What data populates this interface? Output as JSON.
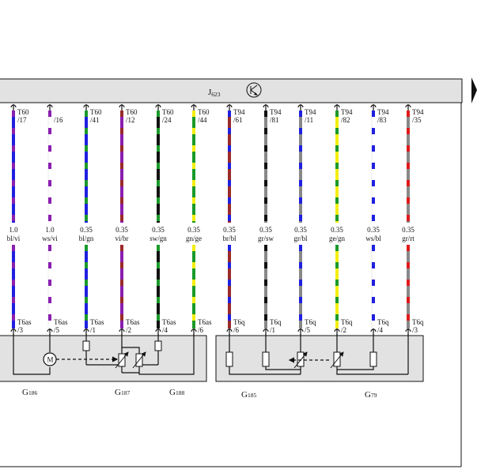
{
  "ecu": {
    "name": "J",
    "sub": "623"
  },
  "upper_wires": [
    {
      "connector": "T60",
      "pin": "/17",
      "size": "1.0",
      "color_code": "bl/vi",
      "main": "#1f1fe0",
      "stripe": "#8a1fb0"
    },
    {
      "connector": "",
      "pin": "/16",
      "size": "1.0",
      "color_code": "ws/vi",
      "main": "#ffffff",
      "stripe": "#8a1fb0"
    },
    {
      "connector": "T60",
      "pin": "/41",
      "size": "0.35",
      "color_code": "bl/gn",
      "main": "#1f1fe0",
      "stripe": "#1a9a2a"
    },
    {
      "connector": "T60",
      "pin": "/12",
      "size": "0.35",
      "color_code": "vi/br",
      "main": "#8a1fb0",
      "stripe": "#9a2a2a"
    },
    {
      "connector": "T60",
      "pin": "/24",
      "size": "0.35",
      "color_code": "sw/gn",
      "main": "#111111",
      "stripe": "#1a9a2a"
    },
    {
      "connector": "T60",
      "pin": "/44",
      "size": "0.35",
      "color_code": "gn/ge",
      "main": "#1a9a2a",
      "stripe": "#f5ee10"
    },
    {
      "connector": "T94",
      "pin": "/61",
      "size": "0.35",
      "color_code": "br/bl",
      "main": "#9a2a2a",
      "stripe": "#1f1fe0"
    },
    {
      "connector": "T94",
      "pin": "/81",
      "size": "0.35",
      "color_code": "gr/sw",
      "main": "#888888",
      "stripe": "#111111"
    },
    {
      "connector": "T94",
      "pin": "/11",
      "size": "0.35",
      "color_code": "gr/bl",
      "main": "#888888",
      "stripe": "#1f1fe0"
    },
    {
      "connector": "T94",
      "pin": "/82",
      "size": "0.35",
      "color_code": "ge/gn",
      "main": "#f5ee10",
      "stripe": "#1a9a2a"
    },
    {
      "connector": "T94",
      "pin": "/83",
      "size": "0.35",
      "color_code": "ws/bl",
      "main": "#ffffff",
      "stripe": "#1f1fe0"
    },
    {
      "connector": "T94",
      "pin": "/35",
      "size": "0.35",
      "color_code": "gr/rt",
      "main": "#888888",
      "stripe": "#e01a1a"
    }
  ],
  "lower_pins": [
    {
      "connector": "T6as",
      "pin": "/3"
    },
    {
      "connector": "T6as",
      "pin": "/5"
    },
    {
      "connector": "T6as",
      "pin": "/1"
    },
    {
      "connector": "T6as",
      "pin": "/2"
    },
    {
      "connector": "T6as",
      "pin": "/4"
    },
    {
      "connector": "T6as",
      "pin": "/6"
    },
    {
      "connector": "T6q",
      "pin": "/6"
    },
    {
      "connector": "T6q",
      "pin": "/1"
    },
    {
      "connector": "T6q",
      "pin": "/5"
    },
    {
      "connector": "T6q",
      "pin": "/2"
    },
    {
      "connector": "T6q",
      "pin": "/4"
    },
    {
      "connector": "T6q",
      "pin": "/3"
    }
  ],
  "components": [
    {
      "name": "G",
      "sub": "186"
    },
    {
      "name": "G",
      "sub": "187"
    },
    {
      "name": "G",
      "sub": "188"
    },
    {
      "name": "G",
      "sub": "185"
    },
    {
      "name": "G",
      "sub": "79"
    }
  ],
  "motor_label": "M"
}
